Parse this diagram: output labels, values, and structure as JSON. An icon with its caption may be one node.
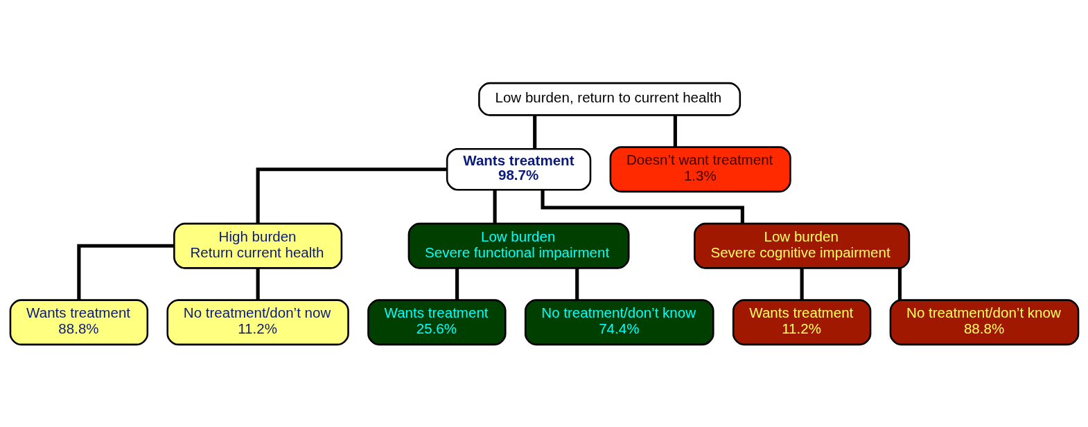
{
  "diagram": {
    "nodes": [
      {
        "text": [
          "Low burden, return to current health"
        ]
      },
      {
        "text": [
          "Wants treatment",
          "98.7%"
        ]
      },
      {
        "text": [
          "Doesn’t want treatment",
          "1.3%"
        ]
      },
      {
        "text": [
          "High burden",
          "Return current health"
        ]
      },
      {
        "text": [
          "Low burden",
          "Severe functional impairment"
        ]
      },
      {
        "text": [
          "Low burden",
          "Severe cognitive impairment"
        ]
      },
      {
        "text": [
          "Wants treatment",
          "88.8%"
        ]
      },
      {
        "text": [
          "No treatment/don’t now",
          "11.2%"
        ]
      },
      {
        "text": [
          "Wants treatment",
          "25.6%"
        ]
      },
      {
        "text": [
          "No treatment/don’t know",
          "74.4%"
        ]
      },
      {
        "text": [
          "Wants treatment",
          "11.2%"
        ]
      },
      {
        "text": [
          "No treatment/don’t know",
          "88.8%"
        ]
      }
    ],
    "edges": [
      {
        "from": 0,
        "to": 1,
        "arrow": "none"
      },
      {
        "from": 0,
        "to": 2,
        "arrow": "none"
      },
      {
        "from": 1,
        "to": 3,
        "arrow": "none"
      },
      {
        "from": 1,
        "to": 4,
        "arrow": "none"
      },
      {
        "from": 1,
        "to": 5,
        "arrow": "none"
      },
      {
        "from": 3,
        "to": 6,
        "arrow": "none"
      },
      {
        "from": 3,
        "to": 7,
        "arrow": "none"
      },
      {
        "from": 4,
        "to": 8,
        "arrow": "none"
      },
      {
        "from": 4,
        "to": 9,
        "arrow": "none"
      },
      {
        "from": 5,
        "to": 10,
        "arrow": "none"
      },
      {
        "from": 5,
        "to": 11,
        "arrow": "none"
      }
    ]
  }
}
